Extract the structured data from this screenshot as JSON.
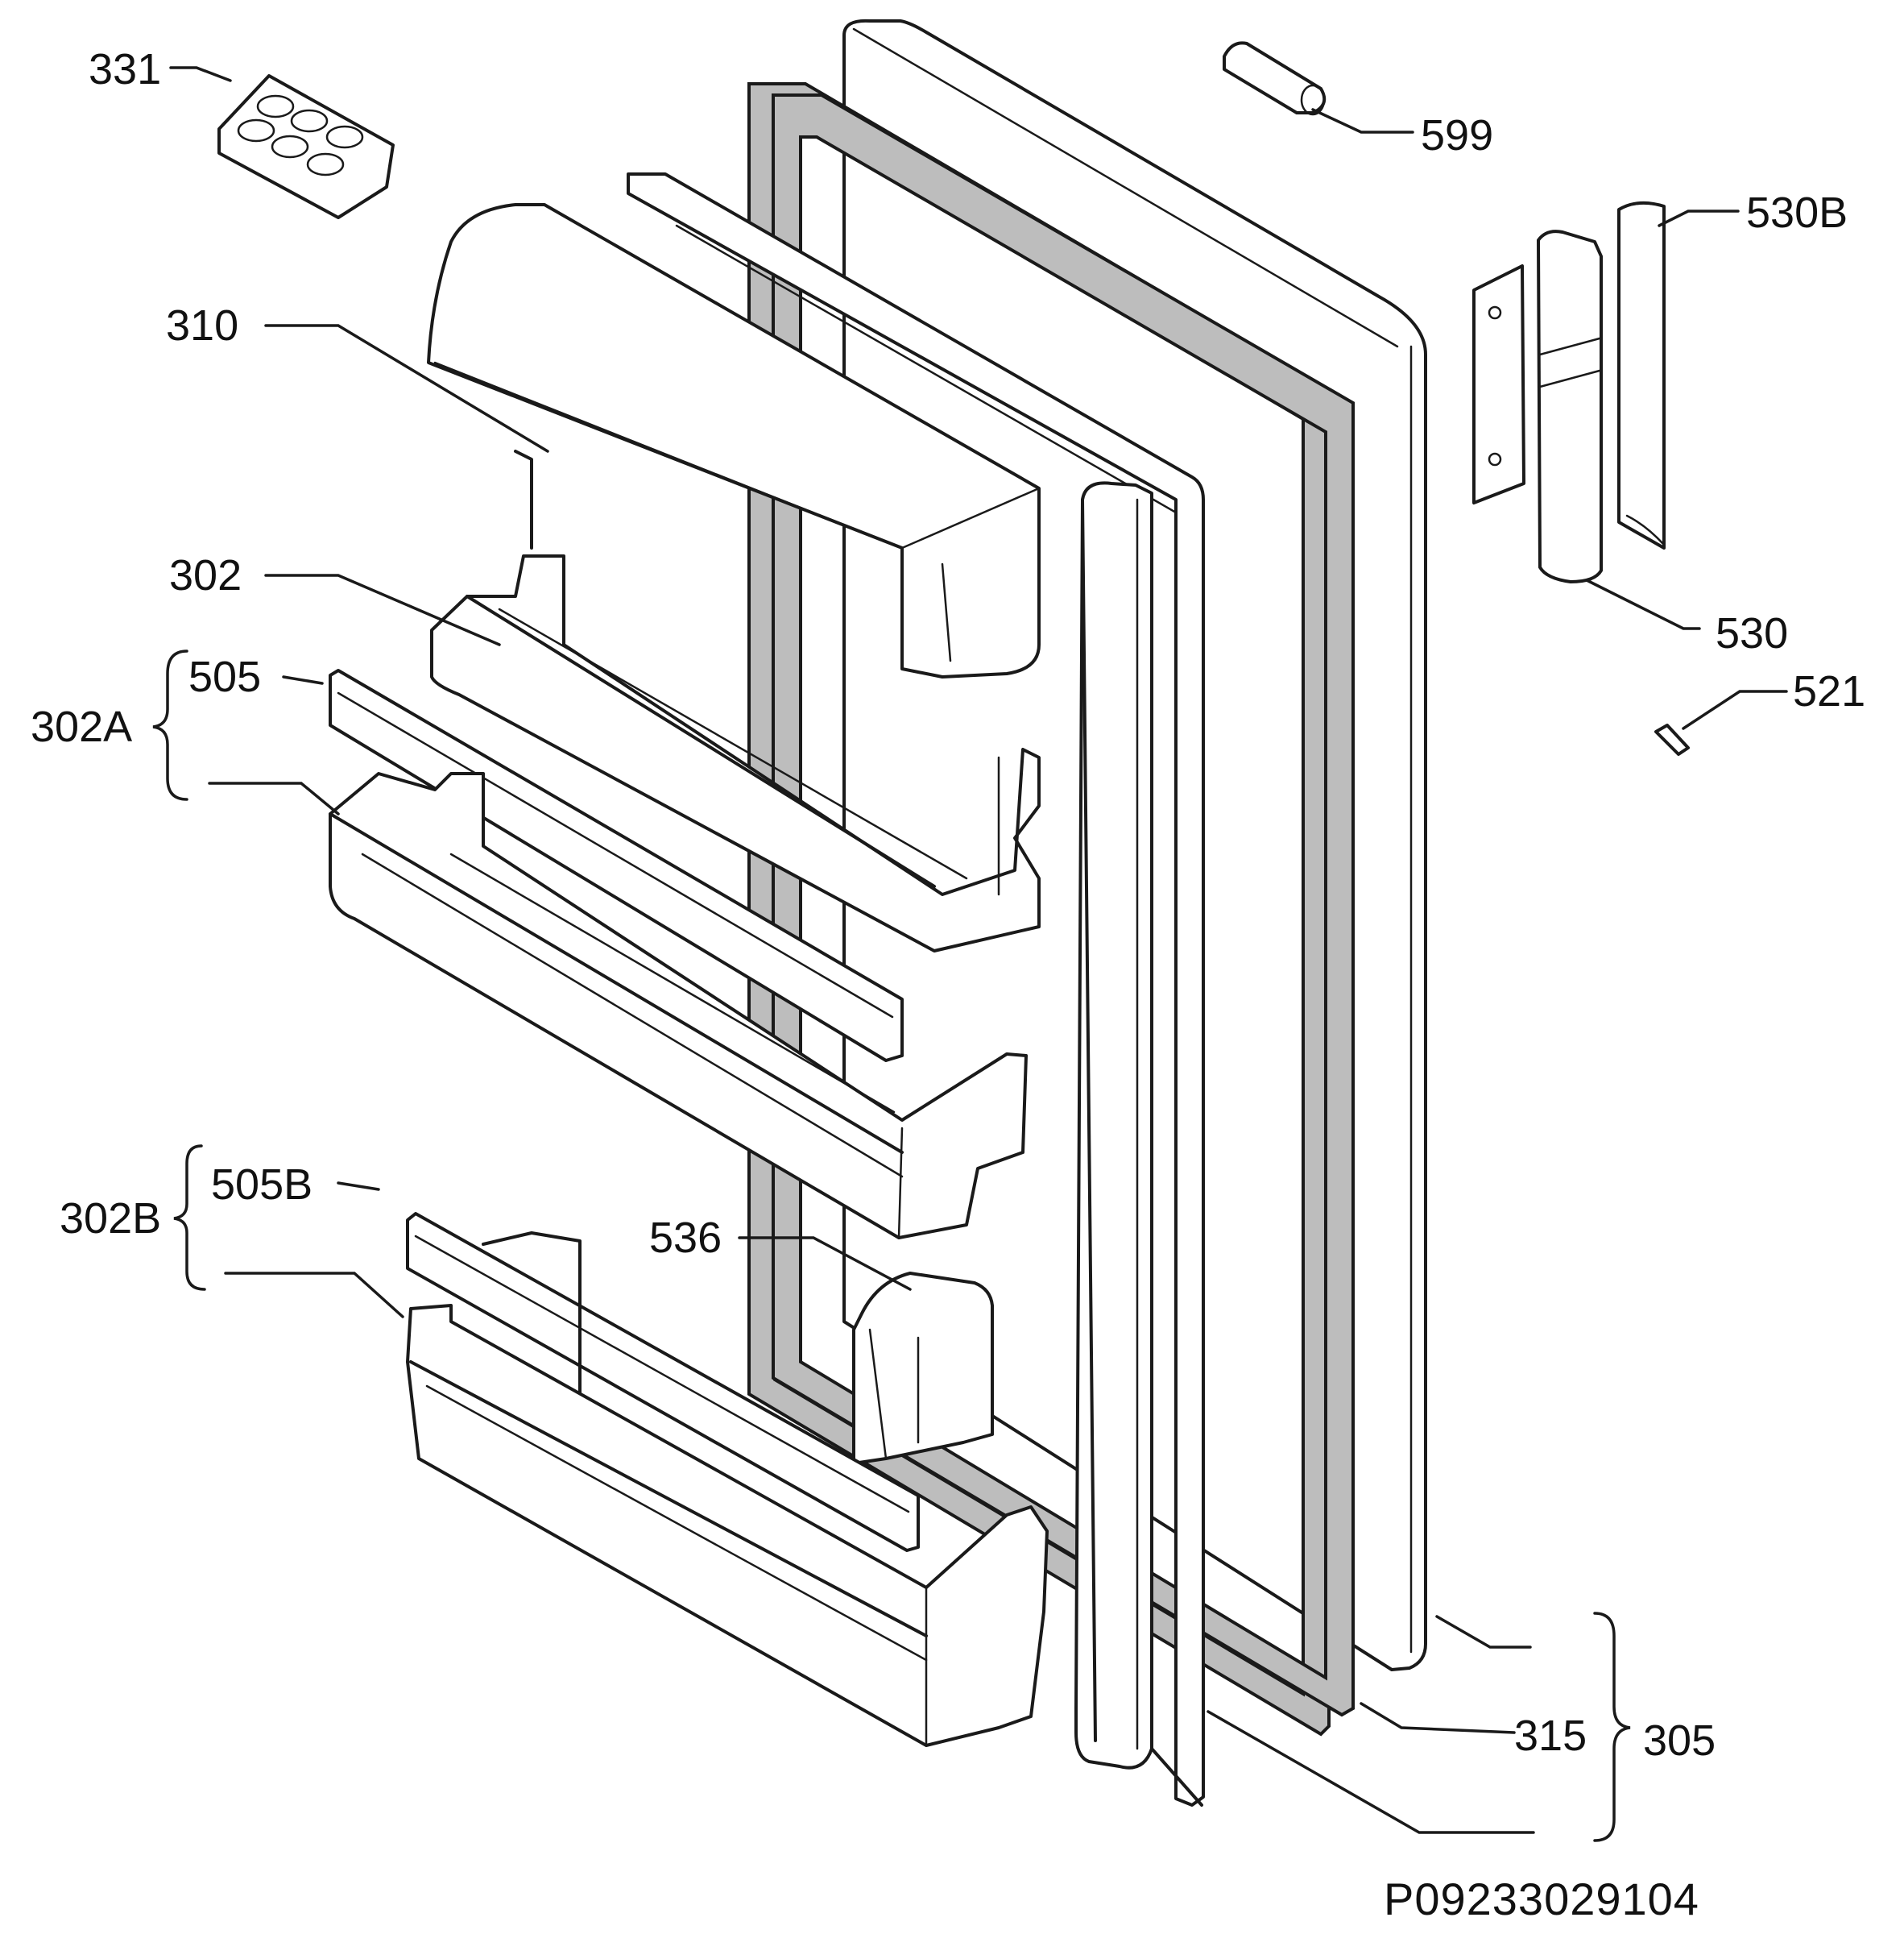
{
  "diagram": {
    "part_labels": {
      "p331": "331",
      "p310": "310",
      "p302": "302",
      "p302a": "302A",
      "p505": "505",
      "p302b": "302B",
      "p505b": "505B",
      "p536": "536",
      "p599": "599",
      "p530b": "530B",
      "p530": "530",
      "p521": "521",
      "p315": "315",
      "p305": "305"
    },
    "drawing_code": "P09233029104"
  }
}
